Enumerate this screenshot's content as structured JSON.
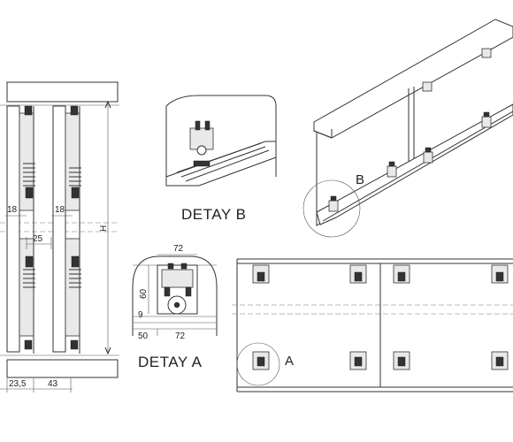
{
  "labels": {
    "detail_b": "DETAY B",
    "detail_a": "DETAY A",
    "callout_b": "B",
    "callout_a": "A"
  },
  "dimensions": {
    "left_gap_1": "18",
    "left_gap_2": "18",
    "center_gap": "25",
    "height": "H",
    "bottom_1": "23,5",
    "bottom_2": "43",
    "detail_a_top": "72",
    "detail_a_height": "60",
    "detail_a_offset": "9",
    "detail_a_bottom_1": "50",
    "detail_a_bottom_2": "72"
  }
}
